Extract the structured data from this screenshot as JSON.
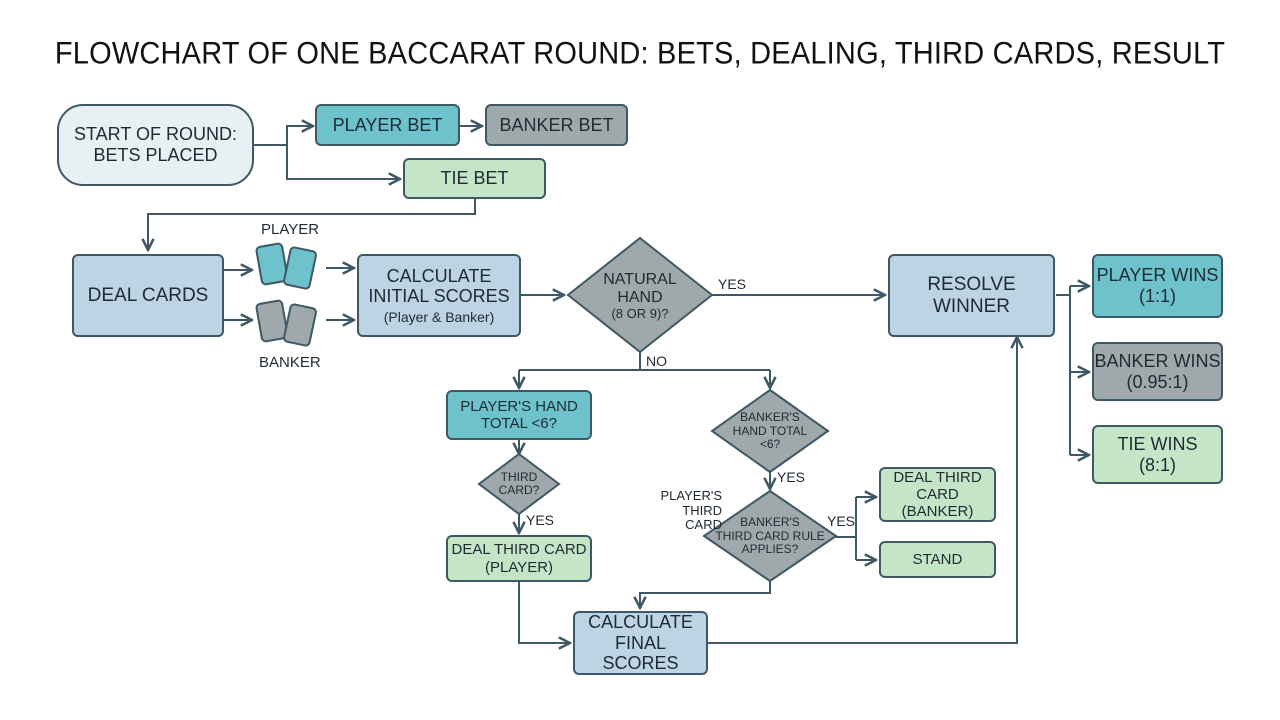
{
  "title": "FLOWCHART OF ONE BACCARAT ROUND: BETS, DEALING, THIRD CARDS, RESULT",
  "nodes": {
    "start": [
      "START OF ROUND:",
      "BETS PLACED"
    ],
    "player_bet": "PLAYER BET",
    "banker_bet": "BANKER BET",
    "tie_bet": "TIE BET",
    "deal_cards": "DEAL CARDS",
    "calc_initial": [
      "CALCULATE",
      "INITIAL SCORES",
      "(Player & Banker)"
    ],
    "natural_hand": [
      "NATURAL",
      "HAND",
      "(8 OR 9)?"
    ],
    "resolve_winner": [
      "RESOLVE",
      "WINNER"
    ],
    "player_wins": [
      "PLAYER WINS",
      "(1:1)"
    ],
    "banker_wins": [
      "BANKER WINS",
      "(0.95:1)"
    ],
    "tie_wins": [
      "TIE WINS",
      "(8:1)"
    ],
    "players_hand_total": [
      "PLAYER'S HAND",
      "TOTAL <6?"
    ],
    "third_card_q": [
      "THIRD",
      "CARD?"
    ],
    "deal_third_player": [
      "DEAL THIRD CARD",
      "(PLAYER)"
    ],
    "bankers_hand_total": [
      "BANKER'S",
      "HAND TOTAL",
      "<6?"
    ],
    "banker_rule": [
      "BANKER'S",
      "THIRD CARD RULE",
      "APPLIES?"
    ],
    "deal_third_banker": [
      "DEAL THIRD",
      "CARD",
      "(BANKER)"
    ],
    "stand": "STAND",
    "calc_final": [
      "CALCULATE",
      "FINAL SCORES"
    ]
  },
  "labels": {
    "player": "PLAYER",
    "banker": "BANKER",
    "yes_natural": "YES",
    "no_natural": "NO",
    "yes_third": "YES",
    "yes_banker_total": "YES",
    "yes_banker_rule": "YES",
    "players_third_card": [
      "PLAYER'S",
      "THIRD",
      "CARD"
    ]
  },
  "icons": [
    "shuffle-icon",
    "player-cards-icon",
    "banker-cards-icon",
    "chips-icon"
  ],
  "colors": {
    "line": "#3f5866",
    "player_teal": "#6ec2cc",
    "banker_gray": "#9fa8ab",
    "tie_green": "#c4e5c6",
    "process_blue": "#bcd4e4",
    "start_light": "#e8f0f4"
  }
}
